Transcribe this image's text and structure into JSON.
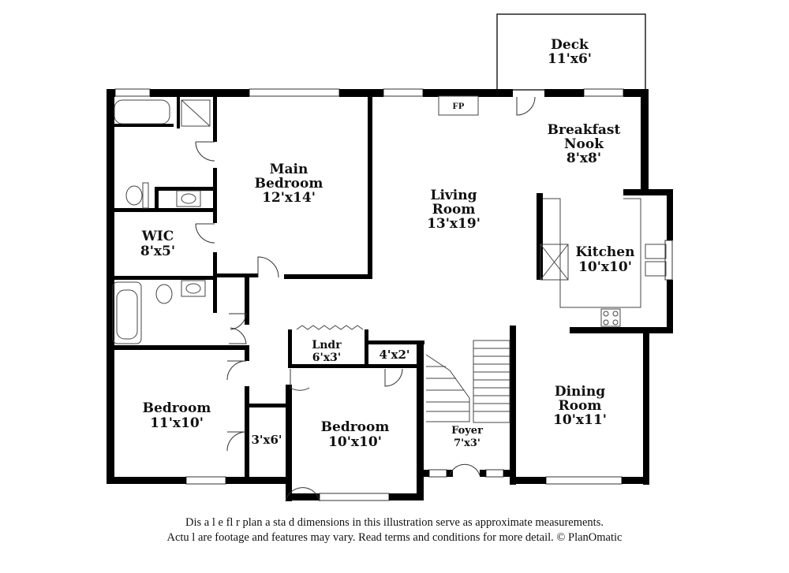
{
  "rooms": {
    "deck": {
      "name": "Deck",
      "dims": "11'x6'"
    },
    "breakfast": {
      "name_1": "Breakfast",
      "name_2": "Nook",
      "dims": "8'x8'"
    },
    "fp": "FP",
    "main_bedroom": {
      "name_1": "Main",
      "name_2": "Bedroom",
      "dims": "12'x14'"
    },
    "living": {
      "name_1": "Living",
      "name_2": "Room",
      "dims": "13'x19'"
    },
    "wic": {
      "name": "WIC",
      "dims": "8'x5'"
    },
    "kitchen": {
      "name": "Kitchen",
      "dims": "10'x10'"
    },
    "laundry": {
      "name": "Lndr",
      "dims": "6'x3'"
    },
    "closet_hall": {
      "dims": "4'x2'"
    },
    "bedroom_left": {
      "name": "Bedroom",
      "dims": "11'x10'"
    },
    "closet_left": {
      "dims": "3'x6'"
    },
    "bedroom_mid": {
      "name": "Bedroom",
      "dims": "10'x10'"
    },
    "foyer": {
      "name": "Foyer",
      "dims": "7'x3'"
    },
    "dining": {
      "name_1": "Dining",
      "name_2": "Room",
      "dims": "10'x11'"
    }
  },
  "disclaimer": {
    "line_1": "Dis a     l e fl r plan a  sta d dimensions in this illustration serve as approximate measurements.",
    "line_2": "Actu l    are footage and features may vary. Read terms and conditions for more detail. © PlanOmatic"
  }
}
